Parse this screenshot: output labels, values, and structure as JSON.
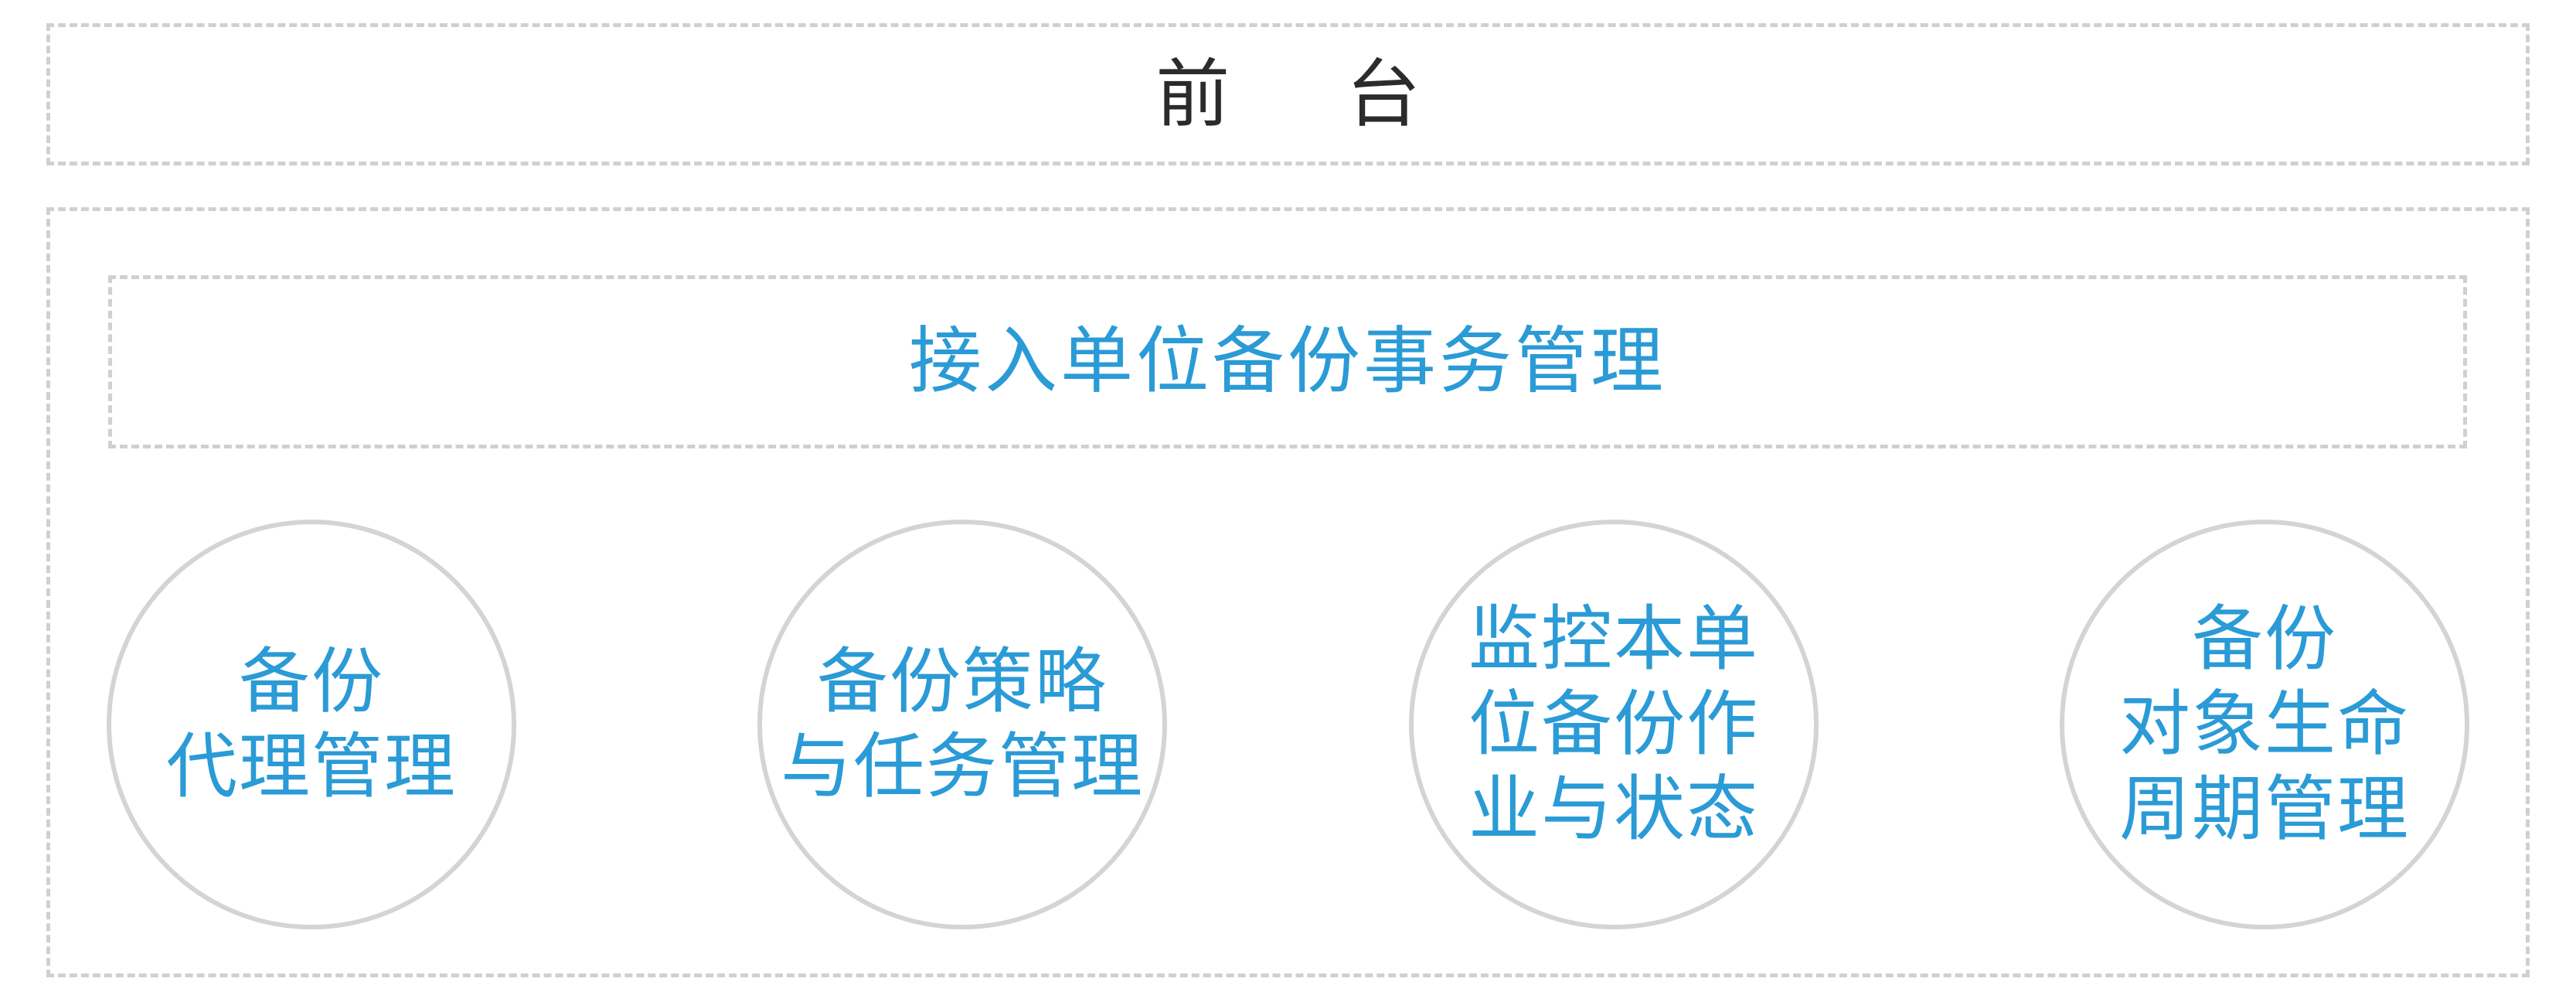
{
  "frontend": {
    "title": "前 台"
  },
  "business": {
    "title": "接入单位备份事务管理"
  },
  "modules": [
    {
      "line1": "备份",
      "line2": "代理管理",
      "line3": ""
    },
    {
      "line1": "备份策略",
      "line2": "与任务管理",
      "line3": ""
    },
    {
      "line1": "监控本单",
      "line2": "位备份作",
      "line3": "业与状态"
    },
    {
      "line1": "备份",
      "line2": "对象生命",
      "line3": "周期管理"
    }
  ],
  "colors": {
    "accent_text": "#2a9bd6",
    "frontend_text": "#2b2b2b",
    "dashed_border": "#d0d0d0",
    "circle_border": "#d4d4d4"
  }
}
